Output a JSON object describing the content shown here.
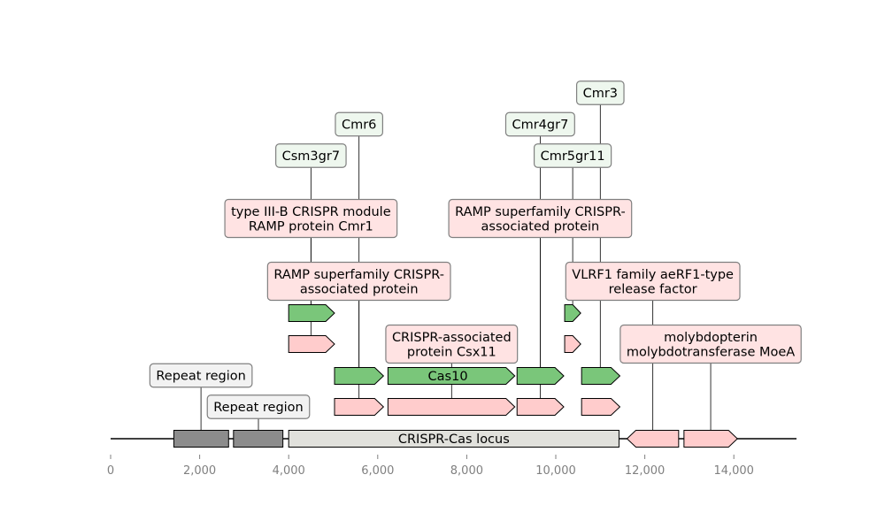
{
  "axis": {
    "domain": [
      0,
      15400
    ],
    "ticks": [
      {
        "value": 0,
        "label": "0"
      },
      {
        "value": 2000,
        "label": "2,000"
      },
      {
        "value": 4000,
        "label": "4,000"
      },
      {
        "value": 6000,
        "label": "6,000"
      },
      {
        "value": 8000,
        "label": "8,000"
      },
      {
        "value": 10000,
        "label": "10,000"
      },
      {
        "value": 12000,
        "label": "12,000"
      },
      {
        "value": 14000,
        "label": "14,000"
      }
    ]
  },
  "colors": {
    "repeat_fill": "#8c8c8c",
    "locus_fill": "#e1e1dc",
    "pink_fill": "#ffcccc",
    "green_fill": "#7ac67a",
    "pink_box": "#ffe3e3",
    "green_box": "#eef7ee",
    "grey_box": "#f2f2f2"
  },
  "features": [
    {
      "id": "repeat-1",
      "kind": "box",
      "track": 0,
      "start": 1420,
      "end": 2650,
      "fill": "repeat"
    },
    {
      "id": "repeat-2",
      "kind": "box",
      "track": 0,
      "start": 2760,
      "end": 3870,
      "fill": "repeat"
    },
    {
      "id": "locus",
      "kind": "box",
      "track": 0,
      "start": 4000,
      "end": 11420,
      "fill": "locus",
      "text": "CRISPR-Cas locus"
    },
    {
      "id": "gene-rev-1",
      "kind": "arrow",
      "track": 0,
      "start": 11600,
      "end": 12760,
      "strand": -1,
      "fill": "pink"
    },
    {
      "id": "gene-fwd-1",
      "kind": "arrow",
      "track": 0,
      "start": 12880,
      "end": 14080,
      "strand": 1,
      "fill": "pink"
    },
    {
      "id": "pink-1",
      "kind": "arrow",
      "track": 1,
      "start": 5030,
      "end": 6130,
      "strand": 1,
      "fill": "pink"
    },
    {
      "id": "pink-2",
      "kind": "arrow",
      "track": 1,
      "start": 6230,
      "end": 9080,
      "strand": 1,
      "fill": "pink"
    },
    {
      "id": "pink-3",
      "kind": "arrow",
      "track": 1,
      "start": 9130,
      "end": 10180,
      "strand": 1,
      "fill": "pink"
    },
    {
      "id": "pink-4",
      "kind": "arrow",
      "track": 1,
      "start": 10580,
      "end": 11440,
      "strand": 1,
      "fill": "pink"
    },
    {
      "id": "green-1",
      "kind": "arrow",
      "track": 2,
      "start": 5030,
      "end": 6130,
      "strand": 1,
      "fill": "green"
    },
    {
      "id": "green-cas10",
      "kind": "arrow",
      "track": 2,
      "start": 6230,
      "end": 9080,
      "strand": 1,
      "fill": "green",
      "text": "Cas10"
    },
    {
      "id": "green-3",
      "kind": "arrow",
      "track": 2,
      "start": 9130,
      "end": 10180,
      "strand": 1,
      "fill": "green"
    },
    {
      "id": "green-4",
      "kind": "arrow",
      "track": 2,
      "start": 10580,
      "end": 11440,
      "strand": 1,
      "fill": "green"
    },
    {
      "id": "pink-5",
      "kind": "arrow",
      "track": 3,
      "start": 4000,
      "end": 5030,
      "strand": 1,
      "fill": "pink"
    },
    {
      "id": "pink-6",
      "kind": "arrow",
      "track": 3,
      "start": 10200,
      "end": 10560,
      "strand": 1,
      "fill": "pink"
    },
    {
      "id": "green-5",
      "kind": "arrow",
      "track": 4,
      "start": 4000,
      "end": 5030,
      "strand": 1,
      "fill": "green"
    },
    {
      "id": "green-6",
      "kind": "arrow",
      "track": 4,
      "start": 10200,
      "end": 10560,
      "strand": 1,
      "fill": "green"
    }
  ],
  "labels": [
    {
      "id": "repeat-region-1",
      "lines": [
        "Repeat region"
      ],
      "anchor": 2030,
      "level": 1,
      "style": "grey",
      "target": 0
    },
    {
      "id": "repeat-region-2",
      "lines": [
        "Repeat region"
      ],
      "anchor": 3320,
      "level": 0,
      "style": "grey",
      "target": 0
    },
    {
      "id": "csx11",
      "lines": [
        "CRISPR-associated",
        "protein Csx11"
      ],
      "anchor": 7660,
      "level": 2,
      "style": "pink",
      "target": 1
    },
    {
      "id": "moea",
      "lines": [
        "molybdopterin",
        "molybdotransferase MoeA"
      ],
      "anchor": 13480,
      "level": 2,
      "style": "pink",
      "target": 0
    },
    {
      "id": "ramp-1",
      "lines": [
        "RAMP superfamily CRISPR-",
        "associated protein"
      ],
      "anchor": 5580,
      "level": 4,
      "style": "pink",
      "target": 1
    },
    {
      "id": "vlrf1",
      "lines": [
        "VLRF1 family aeRF1-type",
        "release factor"
      ],
      "anchor": 12180,
      "level": 4,
      "style": "pink",
      "target": 0
    },
    {
      "id": "cmr1",
      "lines": [
        "type III-B CRISPR module",
        "RAMP protein Cmr1"
      ],
      "anchor": 4500,
      "level": 6,
      "style": "pink",
      "target": 3
    },
    {
      "id": "ramp-2",
      "lines": [
        "RAMP superfamily CRISPR-",
        "associated protein"
      ],
      "anchor": 9650,
      "level": 6,
      "style": "pink",
      "target": 1
    },
    {
      "id": "csm3gr7",
      "lines": [
        "Csm3gr7"
      ],
      "anchor": 4500,
      "level": 8,
      "style": "green",
      "target": 4
    },
    {
      "id": "cmr5gr11",
      "lines": [
        "Cmr5gr11"
      ],
      "anchor": 10380,
      "level": 8,
      "style": "green",
      "target": 4
    },
    {
      "id": "cmr6",
      "lines": [
        "Cmr6"
      ],
      "anchor": 5580,
      "level": 9,
      "style": "green",
      "target": 2
    },
    {
      "id": "cmr4gr7",
      "lines": [
        "Cmr4gr7"
      ],
      "anchor": 9650,
      "level": 9,
      "style": "green",
      "target": 2
    },
    {
      "id": "cmr3",
      "lines": [
        "Cmr3"
      ],
      "anchor": 11000,
      "level": 10,
      "style": "green",
      "target": 2
    }
  ]
}
